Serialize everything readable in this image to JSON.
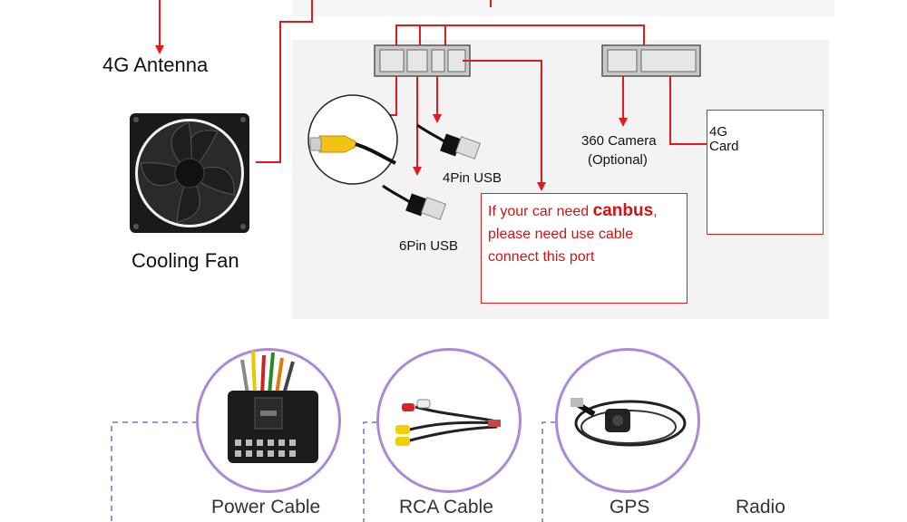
{
  "labels": {
    "antenna": "4G Antenna",
    "fan": "Cooling Fan",
    "usb4": "4Pin USB",
    "usb6": "6Pin USB",
    "camera": "360 Camera",
    "camera_note": "(Optional)",
    "card_line1": "4G",
    "card_line2": "Card"
  },
  "canbus": {
    "pre": "If your car need ",
    "keyword": "canbus",
    "post": ",",
    "line2": "please need use cable",
    "line3": "connect this port"
  },
  "accessories": [
    {
      "label": "Power Cable"
    },
    {
      "label": "RCA Cable"
    },
    {
      "label": "GPS"
    },
    {
      "label": "Radio"
    }
  ],
  "colors": {
    "arrow": "#e11b1b",
    "circle": "#a98ad6",
    "dashed": "#9b7fcf",
    "warning": "#f5d90a"
  }
}
